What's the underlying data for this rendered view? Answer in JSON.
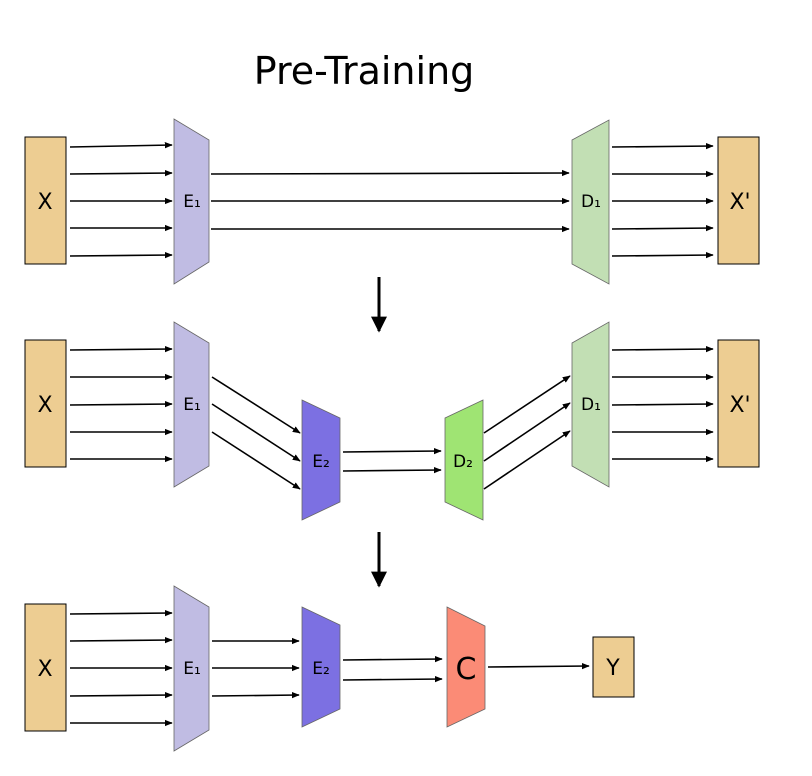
{
  "title": "Pre-Training",
  "colors": {
    "input_box": "#edcd92",
    "encoder1": "#c0bce3",
    "encoder2": "#7c70e2",
    "decoder1": "#c2dfb4",
    "decoder2": "#9fe473",
    "classifier": "#fb8b76",
    "output_box": "#edcd92"
  },
  "stages": [
    {
      "input_label": "X",
      "encoder1_label": "E₁",
      "decoder1_label": "D₁",
      "output_label": "X'"
    },
    {
      "input_label": "X",
      "encoder1_label": "E₁",
      "encoder2_label": "E₂",
      "decoder2_label": "D₂",
      "decoder1_label": "D₁",
      "output_label": "X'"
    },
    {
      "input_label": "X",
      "encoder1_label": "E₁",
      "encoder2_label": "E₂",
      "classifier_label": "C",
      "output_label": "Y"
    }
  ],
  "transitions": [
    "down-arrow",
    "down-arrow"
  ]
}
